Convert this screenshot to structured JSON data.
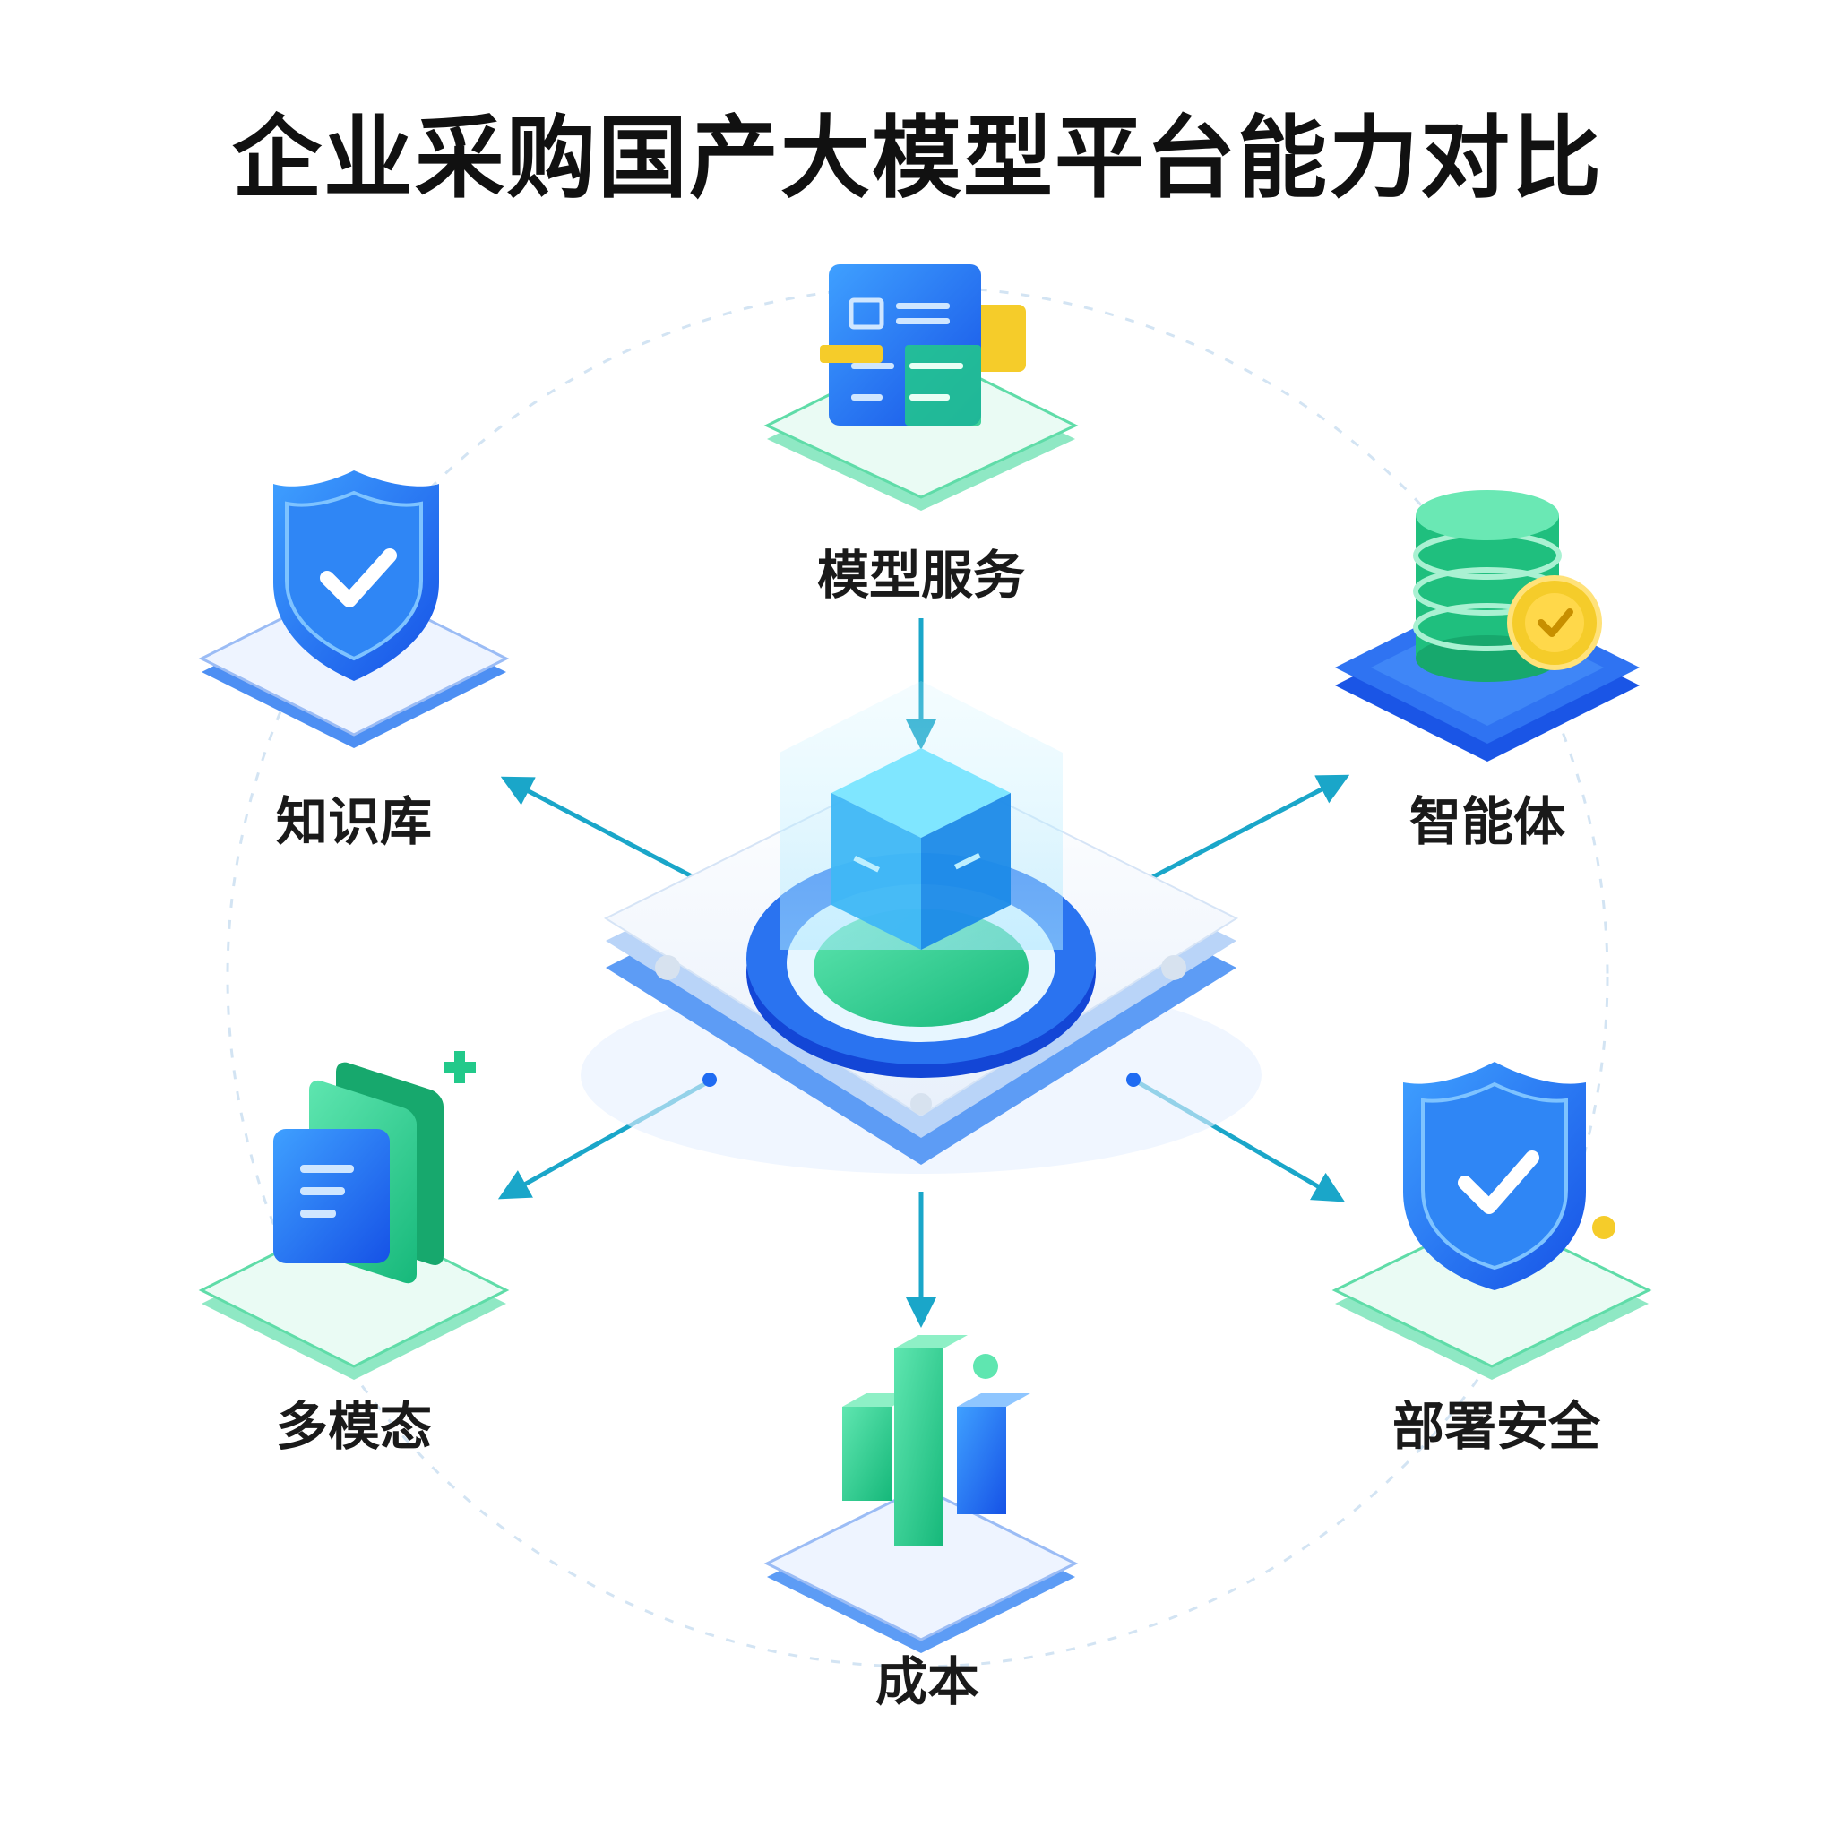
{
  "title": "企业采购国产大模型平台能力对比",
  "center": {
    "icon": "platform-cube-icon"
  },
  "nodes": [
    {
      "id": "model-service",
      "label": "模型服务",
      "icon": "document-panel-icon"
    },
    {
      "id": "knowledge-base",
      "label": "知识库",
      "icon": "shield-check-icon"
    },
    {
      "id": "agent",
      "label": "智能体",
      "icon": "database-coin-icon"
    },
    {
      "id": "multimodal",
      "label": "多模态",
      "icon": "stacked-cards-icon"
    },
    {
      "id": "deployment-security",
      "label": "部署安全",
      "icon": "shield-check-icon"
    },
    {
      "id": "cost",
      "label": "成本",
      "icon": "bar-chart-icon"
    }
  ],
  "colors": {
    "blue": "#1f6bf2",
    "green": "#22c98a",
    "cyan": "#19b6c9",
    "yellow": "#f5cc2a"
  }
}
